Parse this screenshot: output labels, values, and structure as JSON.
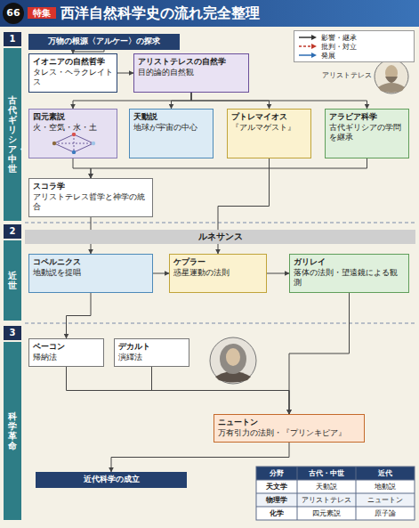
{
  "diagram": {
    "title": "西洋自然科学史の流れ完全整理",
    "nodes": [
      {
        "text": [
          "古代ギリシア・中世"
        ]
      },
      {
        "text": [
          "近世"
        ]
      },
      {
        "text": [
          "科学革命"
        ]
      },
      {
        "text": [
          "万物の根源〈アルケー〉の探求"
        ]
      },
      {
        "text": [
          "イオニアの自然哲学",
          "タレス・ヘラクレイトス"
        ]
      },
      {
        "text": [
          "アリストテレスの自然学",
          "目的論的自然観"
        ]
      },
      {
        "text": [
          "四元素説",
          "火・空気・水・土"
        ]
      },
      {
        "text": [
          "天動説",
          "地球が宇宙の中心"
        ]
      },
      {
        "text": [
          "プトレマイオス",
          "『アルマゲスト』"
        ]
      },
      {
        "text": [
          "アラビア科学",
          "古代ギリシアの学問を継承"
        ]
      },
      {
        "text": [
          "スコラ学",
          "アリストテレス哲学と神学の統合"
        ]
      },
      {
        "text": [
          "ルネサンス"
        ]
      },
      {
        "text": [
          "コペルニクス",
          "地動説を提唱"
        ]
      },
      {
        "text": [
          "ケプラー",
          "惑星運動の法則"
        ]
      },
      {
        "text": [
          "ガリレイ",
          "落体の法則・望遠鏡による観測"
        ]
      },
      {
        "text": [
          "ベーコン",
          "帰納法"
        ]
      },
      {
        "text": [
          "デカルト",
          "演繹法"
        ]
      },
      {
        "text": [
          "ニュートン",
          "万有引力の法則・『プリンキピア』"
        ]
      },
      {
        "text": [
          "近代科学の成立"
        ]
      }
    ],
    "edges": [
      {
        "from": 3,
        "to": 4,
        "arrow": "to"
      },
      {
        "from": 4,
        "to": 5,
        "arrow": "to"
      },
      {
        "from": 5,
        "to": 6,
        "arrow": "to"
      },
      {
        "from": 5,
        "to": 7,
        "arrow": "to"
      },
      {
        "from": 5,
        "to": 8,
        "arrow": "to"
      },
      {
        "from": 5,
        "to": 9,
        "arrow": "to"
      },
      {
        "from": 6,
        "to": 10,
        "arrow": "to"
      },
      {
        "from": 9,
        "to": 10,
        "arrow": "to"
      },
      {
        "from": 10,
        "to": 12,
        "arrow": "to"
      },
      {
        "from": 8,
        "to": 13,
        "arrow": "to"
      },
      {
        "from": 12,
        "to": 13,
        "arrow": "to"
      },
      {
        "from": 13,
        "to": 14,
        "arrow": "to"
      },
      {
        "from": 12,
        "to": 15,
        "arrow": "to"
      },
      {
        "from": 14,
        "to": 17,
        "arrow": "to"
      },
      {
        "from": 15,
        "to": 17,
        "arrow": "to"
      },
      {
        "from": 16,
        "to": 17,
        "arrow": "to"
      },
      {
        "from": 17,
        "to": 18,
        "arrow": "to"
      }
    ],
    "labels": [
      "66",
      "特集",
      "1",
      "2",
      "3",
      "アリストテレス",
      "分野",
      "古代・中世",
      "近代",
      "天文学",
      "天動説",
      "地動説",
      "物理学",
      "アリストテレス",
      "ニュートン",
      "化学",
      "四元素説",
      "原子論"
    ],
    "legend": [
      {
        "text": "影響・継承"
      },
      {
        "text": "批判・対立"
      },
      {
        "text": "発展"
      }
    ]
  }
}
